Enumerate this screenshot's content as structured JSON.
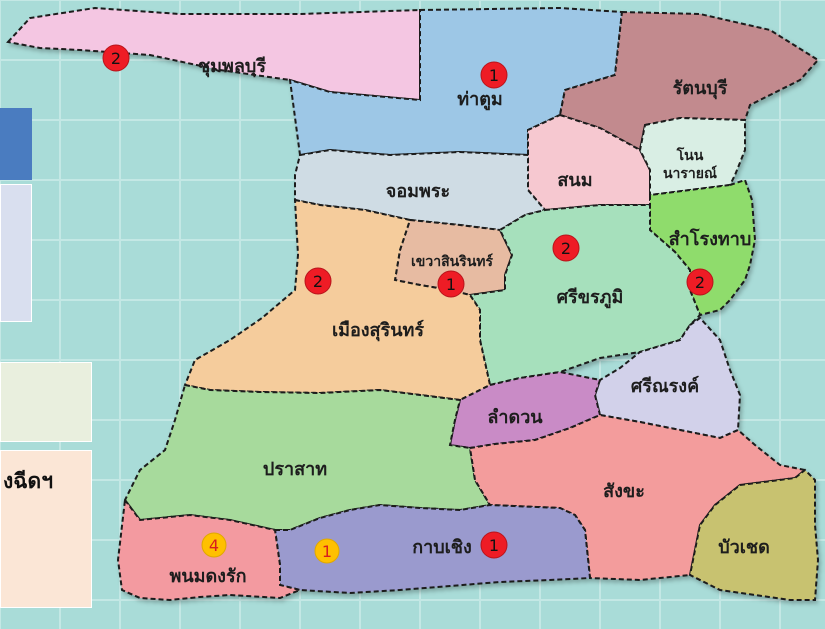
{
  "side_panels": {
    "colors": [
      "#4a7cc0",
      "#d9dfef",
      "#e9efde",
      "#fbe6d6"
    ],
    "lower_note": "งฉีดฯ"
  },
  "districts": [
    {
      "id": "chumphon-buri",
      "name": "ชุมพลบุรี",
      "color": "#f4c6e2"
    },
    {
      "id": "tha-tum",
      "name": "ท่าตูม",
      "color": "#9dc7e6"
    },
    {
      "id": "rattanaburi",
      "name": "รัตนบุรี",
      "color": "#c28a8e"
    },
    {
      "id": "sanom",
      "name": "สนม",
      "color": "#f6c8d0"
    },
    {
      "id": "non-narai",
      "name": "โนน\nนารายณ์",
      "color": "#d9eee4"
    },
    {
      "id": "chom-phra",
      "name": "จอมพระ",
      "color": "#cfdce4"
    },
    {
      "id": "khao-sinarin",
      "name": "เขวาสินรินทร์",
      "color": "#e7bba2"
    },
    {
      "id": "samrong-thap",
      "name": "สำโรงทาบ",
      "color": "#8fdc6c"
    },
    {
      "id": "sikhoraphum",
      "name": "ศรีขรภูมิ",
      "color": "#a6e0bc"
    },
    {
      "id": "mueang-surin",
      "name": "เมืองสุรินทร์",
      "color": "#f5cc9c"
    },
    {
      "id": "si-narong",
      "name": "ศรีณรงค์",
      "color": "#d2d1ea"
    },
    {
      "id": "lamduan",
      "name": "ลำดวน",
      "color": "#c98bc6"
    },
    {
      "id": "prasat",
      "name": "ปราสาท",
      "color": "#a7da9c"
    },
    {
      "id": "sangkha",
      "name": "สังขะ",
      "color": "#f39c9c"
    },
    {
      "id": "kap-choeng",
      "name": "กาบเชิง",
      "color": "#9a9ace"
    },
    {
      "id": "buachet",
      "name": "บัวเชด",
      "color": "#c8c270"
    },
    {
      "id": "phanom-dong-rak",
      "name": "พนมดงรัก",
      "color": "#f39aa0"
    }
  ],
  "markers": [
    {
      "district": "chumphon-buri",
      "count": "2",
      "color": "#ee1c25"
    },
    {
      "district": "tha-tum",
      "count": "1",
      "color": "#ee1c25"
    },
    {
      "district": "mueang-surin",
      "count": "2",
      "color": "#ee1c25"
    },
    {
      "district": "khao-sinarin",
      "count": "1",
      "color": "#ee1c25"
    },
    {
      "district": "sikhoraphum",
      "count": "2",
      "color": "#ee1c25"
    },
    {
      "district": "samrong-thap",
      "count": "2",
      "color": "#ee1c25"
    },
    {
      "district": "kap-choeng",
      "count": "1",
      "color": "#ee1c25"
    },
    {
      "district": "phanom-dong-rak",
      "count": "4",
      "color": "#ffc000"
    },
    {
      "district": "kap-choeng",
      "count": "1",
      "color": "#ffc000"
    }
  ],
  "colors": {
    "background": "#a9dcd8",
    "border": "#1a1a1a",
    "red_marker_text": "#111111",
    "yellow_marker_text": "#d81e1e"
  }
}
